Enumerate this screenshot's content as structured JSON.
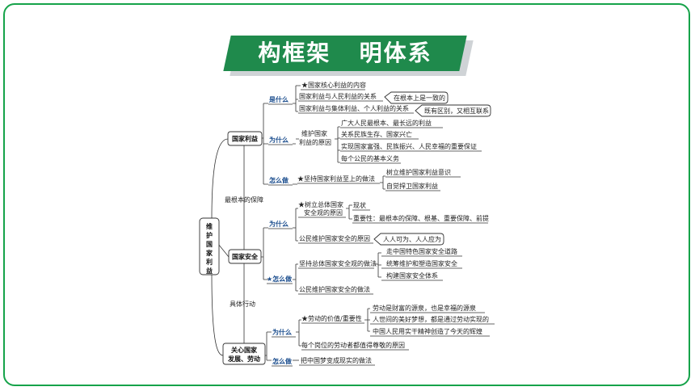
{
  "banner": {
    "title": "构框架   明体系"
  },
  "root": {
    "label": [
      "维",
      "护",
      "国",
      "家",
      "利",
      "益"
    ]
  },
  "topics": {
    "t1": {
      "label": "国家利益"
    },
    "t2": {
      "label": "国家安全"
    },
    "t3": {
      "label": [
        "关心国家",
        "发展、劳动"
      ]
    }
  },
  "links": {
    "l12": "最根本的保障",
    "l23": "具体行动"
  },
  "s1": {
    "what": "是什么",
    "what_items": [
      "★国家核心利益的内容",
      "国家利益与人民利益的关系",
      "国家利益与集体利益、个人利益的关系"
    ],
    "what_notes": [
      "在根本上是一致的",
      "既有区别，又相互联系"
    ],
    "why": "为什么",
    "why_title": [
      "维护国家",
      "利益的原因"
    ],
    "why_items": [
      "广大人民最根本、最长远的利益",
      "关系民族生存、国家兴亡",
      "实现国家富强、民族振兴、人民幸福的重要保证",
      "每个公民的基本义务"
    ],
    "how": "怎么做",
    "how_item": "★坚持国家利益至上的做法",
    "how_items": [
      "树立维护国家利益意识",
      "自觉捍卫国家利益"
    ]
  },
  "s2": {
    "why": "为什么",
    "why_title": [
      "★树立总体国家",
      "安全观的原因"
    ],
    "why_subs": [
      "现状",
      "重要性：最根本的保障、根基、重要保障、前提"
    ],
    "why_item": "公民维护国家安全的原因",
    "why_note": "人人可为、人人应为",
    "how": "★怎么做",
    "how_item": "坚持总体国家安全观的做法",
    "how_items": [
      "走中国特色国家安全道路",
      "统筹维护和塑造国家安全",
      "构建国家安全体系"
    ],
    "how_item2": "公民维护国家安全的做法"
  },
  "s3": {
    "why": "为什么",
    "why_item": "★劳动的价值/重要性",
    "why_items": [
      "劳动是财富的源泉，也是幸福的源泉",
      "人世间的美好梦想，都是通过劳动实现的",
      "中国人民用实干精神创造了今天的辉煌"
    ],
    "why_item2": "每个岗位的劳动者都值得尊敬的原因",
    "how": "怎么做",
    "how_item": "把中国梦变成现实的做法"
  }
}
